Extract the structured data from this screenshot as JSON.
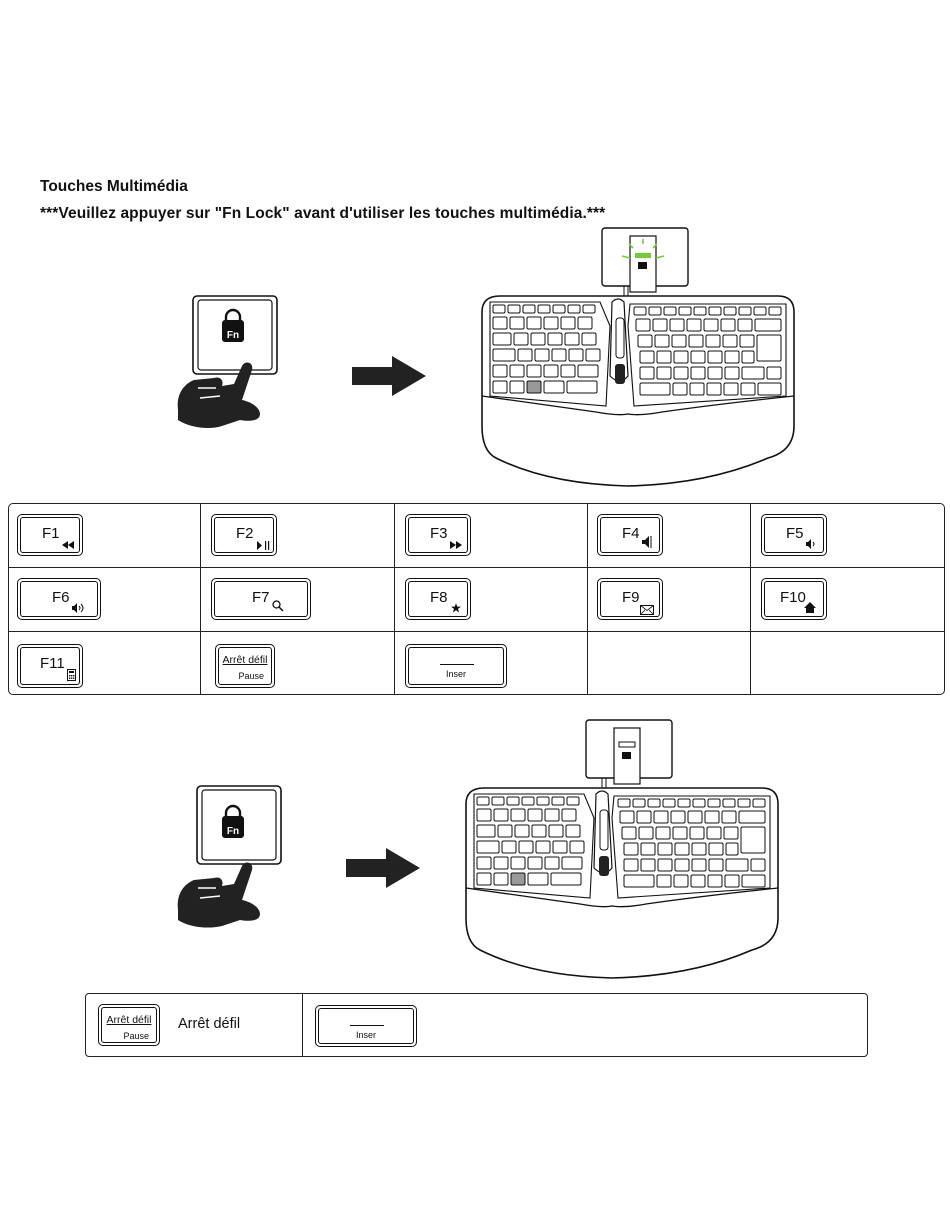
{
  "heading": "Touches Multimédia",
  "notice": "***Veuillez appuyer sur \"Fn Lock\" avant d'utiliser les touches multimédia.***",
  "fn_lock_key_label": "Fn",
  "indicator_led_color": "#6fcf2f",
  "fn_keys": [
    {
      "label": "F1",
      "icon": "rewind-icon"
    },
    {
      "label": "F2",
      "icon": "play-pause-icon"
    },
    {
      "label": "F3",
      "icon": "fast-forward-icon"
    },
    {
      "label": "F4",
      "icon": "mute-icon"
    },
    {
      "label": "F5",
      "icon": "volume-down-icon"
    },
    {
      "label": "F6",
      "icon": "volume-up-icon"
    },
    {
      "label": "F7",
      "icon": "search-icon"
    },
    {
      "label": "F8",
      "icon": "star-icon"
    },
    {
      "label": "F9",
      "icon": "mail-icon"
    },
    {
      "label": "F10",
      "icon": "home-icon"
    },
    {
      "label": "F11",
      "icon": "calculator-icon"
    }
  ],
  "scroll_key": {
    "top": "Arrêt défil",
    "bottom": "Pause"
  },
  "insert_key": {
    "bottom": "Inser"
  },
  "second_table": {
    "description": "Arrêt défil"
  }
}
